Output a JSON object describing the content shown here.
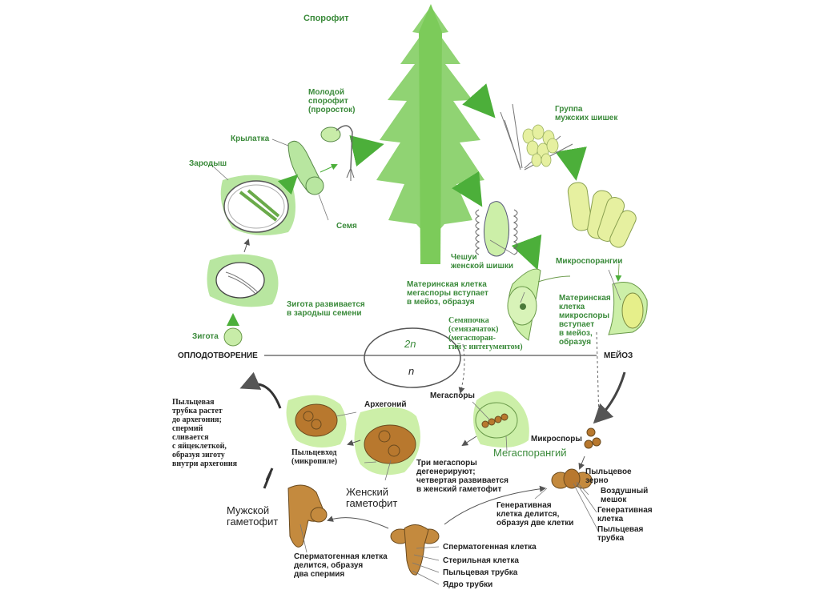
{
  "title": "Спорофит",
  "colors": {
    "label_green": "#3a8a3a",
    "label_dark": "#222222",
    "plant_green": "#7ccb5a",
    "tissue_green": "#ccefa8",
    "brown": "#b8782e",
    "pollen_yellow": "#e6f0a0"
  },
  "labels": {
    "young_sporophyte": "Молодой\nспорофит\n(проросток)",
    "wing": "Крылатка",
    "embryo": "Зародыш",
    "seed": "Семя",
    "male_cones": "Группа\nмужских шишек",
    "female_scales": "Чешуи\nженской шишки",
    "microsporangia": "Микроспорангии",
    "megaspore_mother": "Материнская клетка\nмегаспоры вступает\nв мейоз, образуя",
    "microspore_mother": "Материнская\nклетка\nмикроспоры\nвступает\nв мейоз,\nобразуя",
    "ovule": "Семяпочка\n(семязачаток)\n(мегаспоран-\nгий с интегументом)",
    "zygote_develops": "Зигота развивается\nв зародыш семени",
    "zygote": "Зигота",
    "fertilization": "ОПЛОДОТВОРЕНИЕ",
    "meiosis": "МЕЙОЗ",
    "diploid": "2n",
    "haploid": "n",
    "pollen_tube_grows": "Пыльцевая\nтрубка растет\nдо архегония;\nспермий\nсливается\nс яйцеклеткой,\nобразуя зиготу\nвнутри архегония",
    "archegonium": "Архегоний",
    "micropyle": "Пыльцевход\n(микропиле)",
    "megaspores": "Мегаспоры",
    "megasporangium": "Мегаспорангий",
    "three_megaspores": "Три мегаспоры\nдегенерируют;\nчетвертая развивается\nв женский гаметофит",
    "female_gametophyte": "Женский\nгаметофит",
    "microspores": "Микроспоры",
    "pollen_grain": "Пыльцевое\nзерно",
    "air_sac": "Воздушный\nмешок",
    "generative_cell": "Генеративная\nклетка",
    "pollen_tube": "Пыльцевая\nтрубка",
    "generative_divides": "Генеративная\nклетка делится,\nобразуя две клетки",
    "male_gametophyte": "Мужской\nгаметофит",
    "spermatogenous_divides": "Сперматогенная клетка\nделится, образуя\nдва спермия",
    "spermatogenous_cell": "Сперматогенная клетка",
    "sterile_cell": "Стерильная клетка",
    "pollen_tube2": "Пыльцевая трубка",
    "tube_nucleus": "Ядро трубки"
  }
}
